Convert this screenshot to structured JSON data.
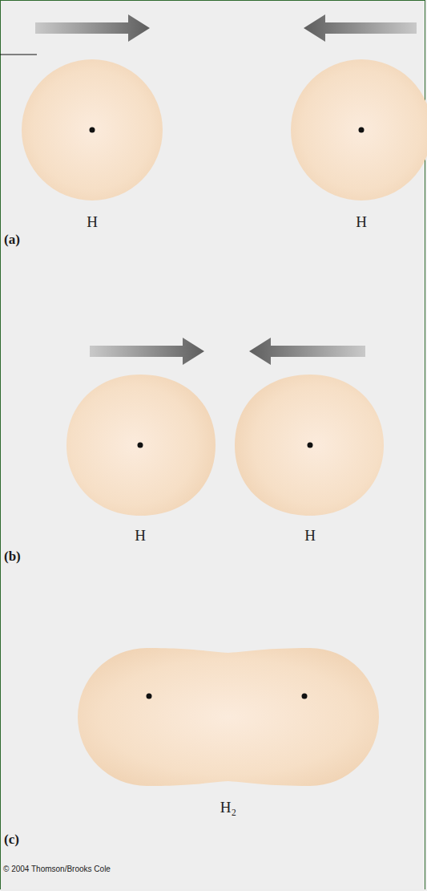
{
  "diagram": {
    "nodes": [
      {
        "text": [
          "H"
        ]
      },
      {
        "text": [
          "H"
        ]
      },
      {
        "text": [
          "H"
        ]
      },
      {
        "text": [
          "H"
        ]
      },
      {
        "text": [
          "H₂"
        ]
      }
    ],
    "labels": [
      "(a)",
      "(b)",
      "(c)",
      "© 2004 Thomson/Brooks Cole"
    ]
  }
}
